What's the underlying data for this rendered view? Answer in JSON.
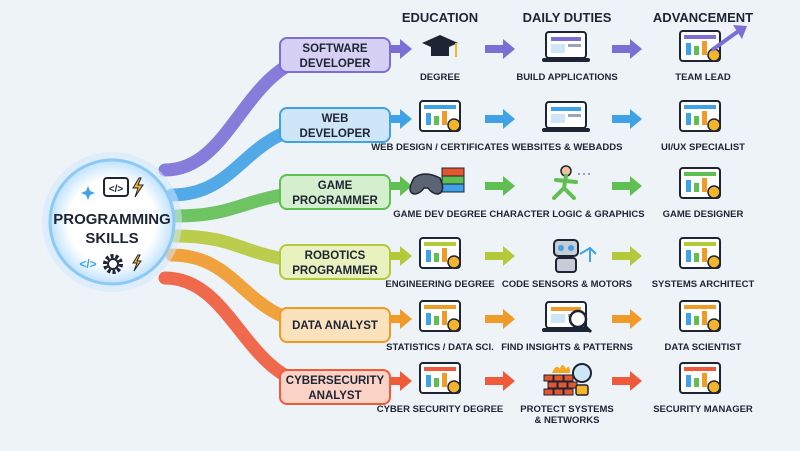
{
  "hub": {
    "line1": "PROGRAMMING",
    "line2": "SKILLS"
  },
  "columns": {
    "education": "EDUCATION",
    "duties": "DAILY DUTIES",
    "advancement": "ADVANCEMENT"
  },
  "colors": {
    "purple": "#7b6fd6",
    "blue": "#3fa1e6",
    "green": "#5fbf52",
    "olive": "#b4c93a",
    "orange": "#f09a28",
    "red": "#ee5a3a",
    "ink": "#1d2433",
    "hub_glow": "#bfe2ff"
  },
  "careers": [
    {
      "label1": "SOFTWARE",
      "label2": "DEVELOPER",
      "color": "#7b6fd6",
      "pill": "#d6d1f4",
      "education": "DEGREE",
      "duties": "BUILD APPLICATIONS",
      "duties2": "",
      "advancement": "TEAM LEAD",
      "icons": [
        "graduation-cap-icon",
        "phone-tablet-icon",
        "team-growth-icon"
      ]
    },
    {
      "label1": "WEB",
      "label2": "DEVELOPER",
      "color": "#3fa1e6",
      "pill": "#cfe6f9",
      "education": "WEB DESIGN / CERTIFICATES",
      "duties": "WEBSITES & WEBADDS",
      "duties2": "",
      "advancement": "UI/UX SPECIALIST",
      "icons": [
        "certificate-icon",
        "laptop-icon",
        "profile-cards-icon"
      ]
    },
    {
      "label1": "GAME",
      "label2": "PROGRAMMER",
      "color": "#5fbf52",
      "pill": "#d4efcd",
      "education": "GAME DEV DEGREE",
      "duties": "CHARACTER LOGIC & GRAPHICS",
      "duties2": "",
      "advancement": "GAME DESIGNER",
      "icons": [
        "gamepad-books-icon",
        "running-character-icon",
        "joystick-blueprint-icon"
      ]
    },
    {
      "label1": "ROBOTICS",
      "label2": "PROGRAMMER",
      "color": "#b4c93a",
      "pill": "#e9f1bf",
      "education": "ENGINEERING DEGREE",
      "duties": "CODE SENSORS & MOTORS",
      "duties2": "",
      "advancement": "SYSTEMS ARCHITECT",
      "icons": [
        "robot-arm-icon",
        "robot-icon",
        "circuit-chip-icon"
      ]
    },
    {
      "label1": "DATA ANALYST",
      "label2": "",
      "color": "#f09a28",
      "pill": "#fbe2bd",
      "education": "STATISTICS / DATA SCI.",
      "duties": "FIND INSIGHTS & PATTERNS",
      "duties2": "",
      "advancement": "DATA SCIENTIST",
      "icons": [
        "chart-calculator-icon",
        "magnifier-chart-icon",
        "dashboard-icon"
      ]
    },
    {
      "label1": "CYBERSECURITY",
      "label2": "ANALYST",
      "color": "#ee5a3a",
      "pill": "#fbd3c6",
      "education": "CYBER SECURITY DEGREE",
      "duties": "PROTECT SYSTEMS",
      "duties2": "& NETWORKS",
      "advancement": "SECURITY MANAGER",
      "icons": [
        "shield-certificate-icon",
        "firewall-network-icon",
        "security-manager-icon"
      ]
    }
  ]
}
